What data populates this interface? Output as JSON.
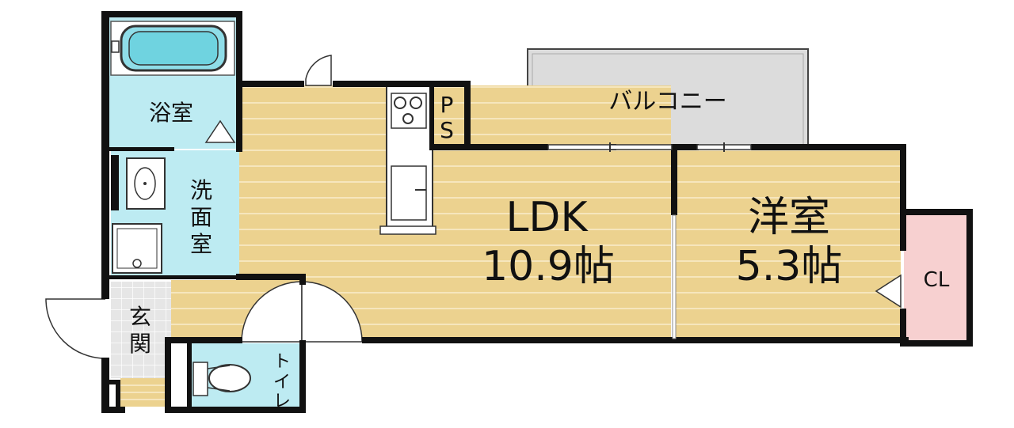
{
  "rooms": {
    "bath": "浴室",
    "washroom": [
      "洗",
      "面",
      "室"
    ],
    "entrance": [
      "玄",
      "関"
    ],
    "toilet": [
      "ト",
      "イ",
      "レ"
    ],
    "ldk_name": "LDK",
    "ldk_size": "10.9帖",
    "western_name": "洋室",
    "western_size": "5.3帖",
    "closet": "CL",
    "balcony": "バルコニー",
    "pipe_space": [
      "P",
      "S"
    ]
  },
  "colors": {
    "wood_floor": "#ecd28f",
    "wood_line": "#f6e6bd",
    "wet_area": "#bdebf2",
    "entrance_tile": "#e6e6e6",
    "closet": "#f7d0d0",
    "balcony": "#dcdcdc",
    "wall": "#111111"
  }
}
